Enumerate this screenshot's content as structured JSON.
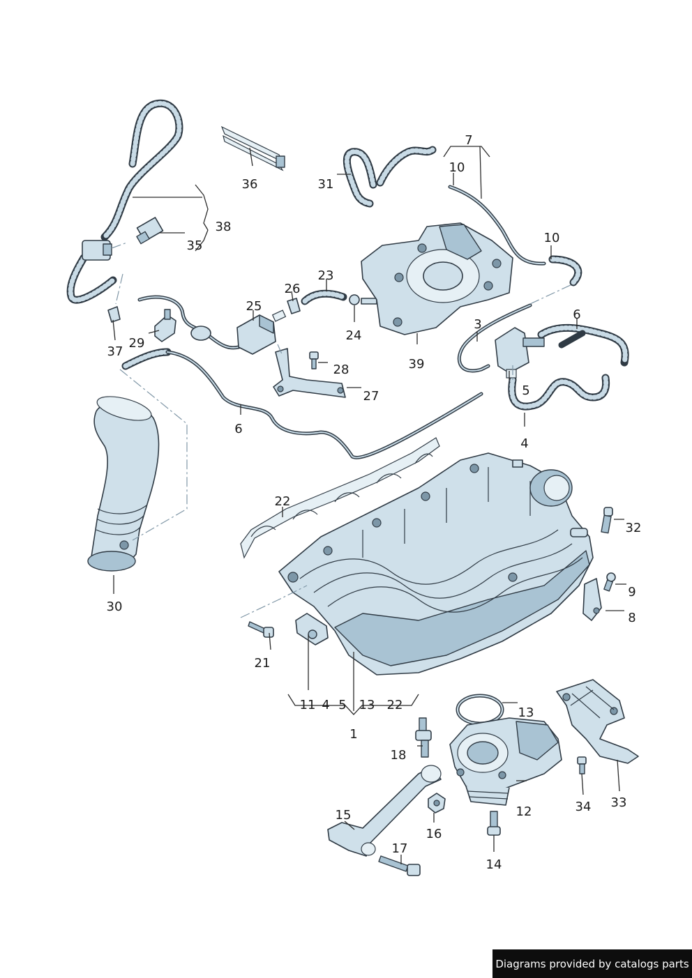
{
  "callouts": {
    "c1": "1",
    "c3": "3",
    "c4a": "4",
    "c5a": "5",
    "c6a": "6",
    "c6b": "6",
    "c7": "7",
    "c8": "8",
    "c9": "9",
    "c10a": "10",
    "c10b": "10",
    "c12": "12",
    "c13": "13",
    "c14": "14",
    "c15": "15",
    "c16": "16",
    "c17": "17",
    "c18": "18",
    "c21": "21",
    "c22": "22",
    "c23": "23",
    "c24": "24",
    "c25": "25",
    "c26": "26",
    "c27": "27",
    "c28": "28",
    "c29": "29",
    "c30": "30",
    "c31": "31",
    "c32": "32",
    "c33": "33",
    "c34": "34",
    "c35": "35",
    "c36": "36",
    "c37": "37",
    "c38": "38",
    "c39": "39"
  },
  "group_labels": [
    "11",
    "4",
    "5",
    "13",
    "22"
  ],
  "footer_text": "Diagrams provided by catalogs parts",
  "icons": [
    "hose",
    "valve",
    "sensor",
    "bolt",
    "gasket",
    "manifold",
    "throttle-body",
    "bracket",
    "air-duct",
    "cover"
  ]
}
